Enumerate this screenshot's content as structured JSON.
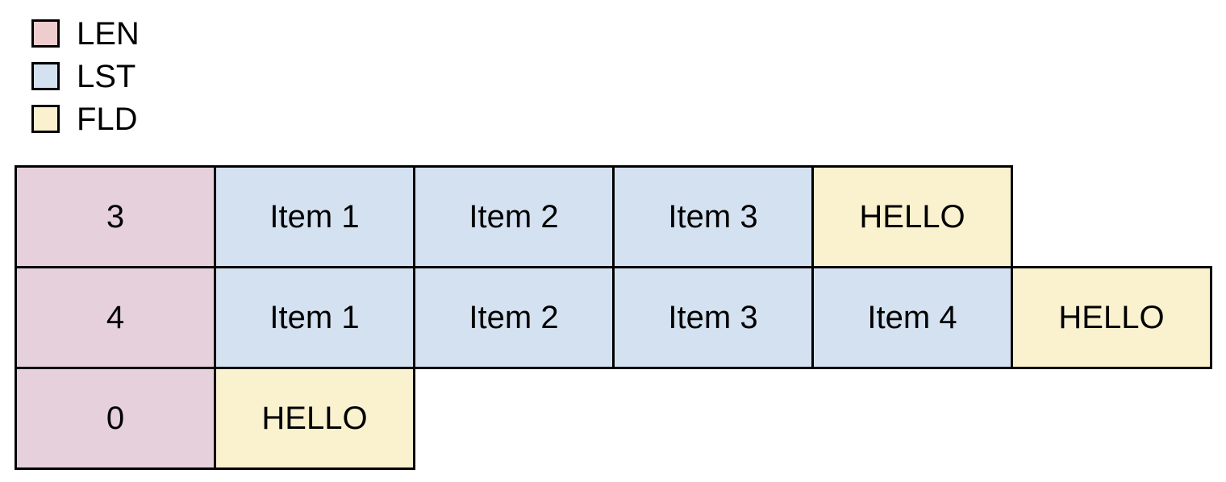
{
  "legend": {
    "items": [
      {
        "label": "LEN",
        "type": "len",
        "swatch_color": "#efcccd"
      },
      {
        "label": "LST",
        "type": "lst",
        "swatch_color": "#d4e1f0"
      },
      {
        "label": "FLD",
        "type": "fld",
        "swatch_color": "#faf1ce"
      }
    ]
  },
  "colors": {
    "len_cell": "#e5d0db",
    "lst_cell": "#d4e1f0",
    "fld_cell": "#faf1ce",
    "border": "#000000",
    "background": "#ffffff",
    "text": "#000000"
  },
  "rows": [
    {
      "cells": [
        {
          "type": "len",
          "text": "3"
        },
        {
          "type": "lst",
          "text": "Item 1"
        },
        {
          "type": "lst",
          "text": "Item 2"
        },
        {
          "type": "lst",
          "text": "Item 3"
        },
        {
          "type": "fld",
          "text": "HELLO"
        }
      ]
    },
    {
      "cells": [
        {
          "type": "len",
          "text": "4"
        },
        {
          "type": "lst",
          "text": "Item 1"
        },
        {
          "type": "lst",
          "text": "Item 2"
        },
        {
          "type": "lst",
          "text": "Item 3"
        },
        {
          "type": "lst",
          "text": "Item 4"
        },
        {
          "type": "fld",
          "text": "HELLO"
        }
      ]
    },
    {
      "cells": [
        {
          "type": "len",
          "text": "0"
        },
        {
          "type": "fld",
          "text": "HELLO"
        }
      ]
    }
  ]
}
